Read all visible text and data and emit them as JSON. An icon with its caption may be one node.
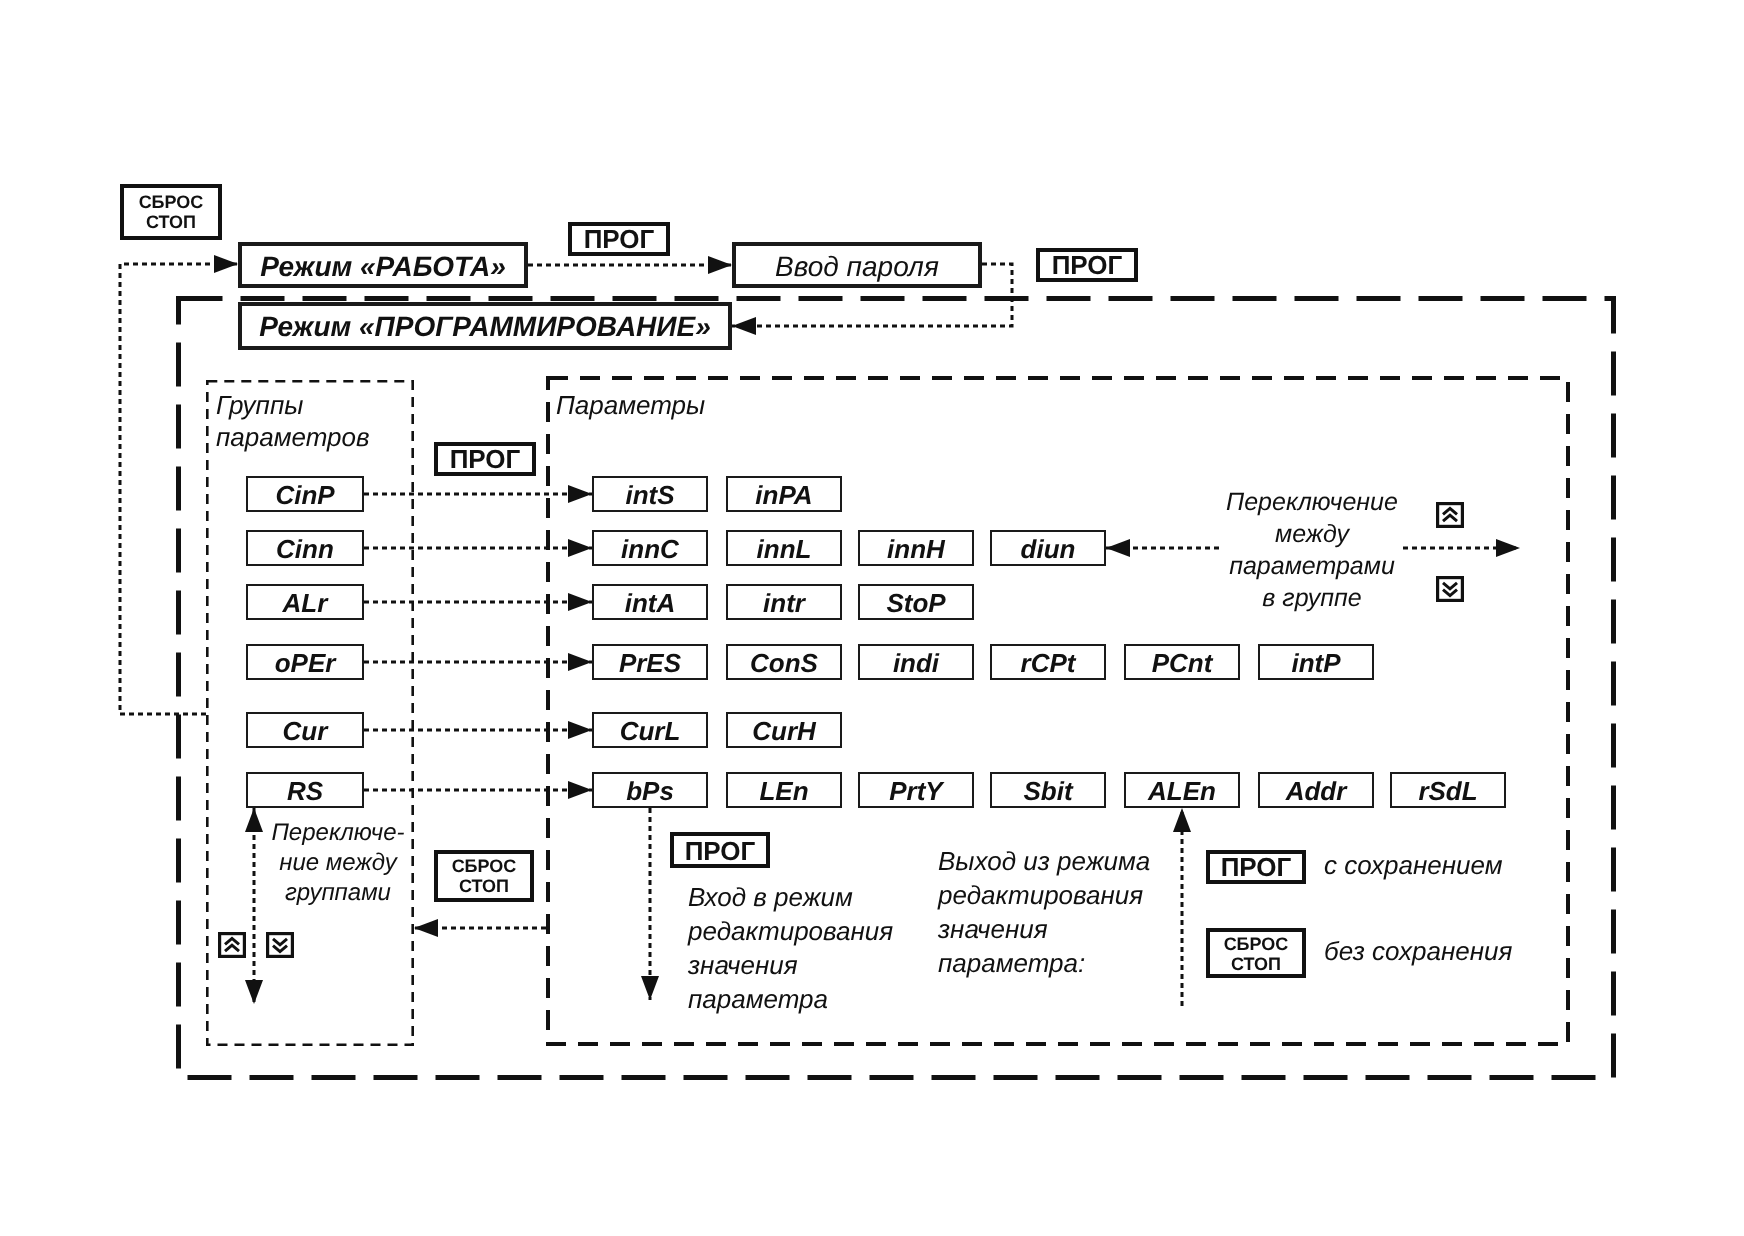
{
  "diagram": {
    "nodes": [
      {
        "text": [
          "Режим «РАБОТА»"
        ]
      },
      {
        "text": [
          "Ввод пароля"
        ]
      },
      {
        "text": [],
        "shape": "box"
      },
      {
        "text": [
          "Режим «ПРОГРАММИРОВАНИЕ»"
        ],
        "in": 2
      },
      {
        "text": [
          "Группы параметров"
        ],
        "in": 2
      },
      {
        "text": [
          "CinP"
        ],
        "in": 4
      },
      {
        "text": [
          "Cinn"
        ],
        "in": 4
      },
      {
        "text": [
          "ALr"
        ],
        "in": 4
      },
      {
        "text": [
          "oPEr"
        ],
        "in": 4
      },
      {
        "text": [
          "Cur"
        ],
        "in": 4
      },
      {
        "text": [
          "RS"
        ],
        "in": 4
      },
      {
        "text": [
          "Параметры"
        ],
        "in": 2
      },
      {
        "text": [
          "intS"
        ],
        "in": 11
      },
      {
        "text": [
          "inPA"
        ],
        "in": 11
      },
      {
        "text": [
          "innC"
        ],
        "in": 11
      },
      {
        "text": [
          "innL"
        ],
        "in": 11
      },
      {
        "text": [
          "innH"
        ],
        "in": 11
      },
      {
        "text": [
          "diun"
        ],
        "in": 11
      },
      {
        "text": [
          "intA"
        ],
        "in": 11
      },
      {
        "text": [
          "intr"
        ],
        "in": 11
      },
      {
        "text": [
          "StoP"
        ],
        "in": 11
      },
      {
        "text": [
          "PrES"
        ],
        "in": 11
      },
      {
        "text": [
          "ConS"
        ],
        "in": 11
      },
      {
        "text": [
          "indi"
        ],
        "in": 11
      },
      {
        "text": [
          "rCPt"
        ],
        "in": 11
      },
      {
        "text": [
          "PCnt"
        ],
        "in": 11
      },
      {
        "text": [
          "intP"
        ],
        "in": 11
      },
      {
        "text": [
          "CurL"
        ],
        "in": 11
      },
      {
        "text": [
          "CurH"
        ],
        "in": 11
      },
      {
        "text": [
          "bPs"
        ],
        "in": 11
      },
      {
        "text": [
          "LEn"
        ],
        "in": 11
      },
      {
        "text": [
          "PrtY"
        ],
        "in": 11
      },
      {
        "text": [
          "Sbit"
        ],
        "in": 11
      },
      {
        "text": [
          "ALEn"
        ],
        "in": 11
      },
      {
        "text": [
          "Addr"
        ],
        "in": 11
      },
      {
        "text": [
          "rSdL"
        ],
        "in": 11
      },
      {
        "text": [
          "ПРОГ"
        ],
        "in": 11,
        "beside": [
          "с сохранением"
        ]
      },
      {
        "text": [
          "СБРОС СТОП"
        ],
        "in": 11,
        "beside": [
          "без сохранения"
        ]
      }
    ],
    "edges": [
      {
        "from": 0,
        "to": 1,
        "arrow": "to",
        "label": "ПРОГ",
        "style": "dashed"
      },
      {
        "from": 1,
        "to": 3,
        "arrow": "to",
        "label": "ПРОГ",
        "style": "dashed"
      },
      {
        "from": 4,
        "to": 0,
        "arrow": "to",
        "label": "СБРОС СТОП",
        "style": "dashed"
      },
      {
        "from": 5,
        "to": 12,
        "arrow": "to",
        "label": "ПРОГ",
        "style": "dashed"
      },
      {
        "from": 6,
        "to": 14,
        "arrow": "to",
        "style": "dashed"
      },
      {
        "from": 7,
        "to": 18,
        "arrow": "to",
        "style": "dashed"
      },
      {
        "from": 8,
        "to": 21,
        "arrow": "to",
        "style": "dashed"
      },
      {
        "from": 9,
        "to": 27,
        "arrow": "to",
        "style": "dashed"
      },
      {
        "from": 10,
        "to": 29,
        "arrow": "to",
        "style": "dashed"
      },
      {
        "from": 11,
        "to": 4,
        "arrow": "to",
        "label": "СБРОС СТОП",
        "style": "dashed"
      },
      {
        "from": 17,
        "to": null,
        "arrow": "both",
        "label": "Переключение между параметрами в группе",
        "style": "dashed"
      },
      {
        "from": 10,
        "to": null,
        "arrow": "both",
        "label": "Переключе-ние между группами",
        "style": "dashed"
      },
      {
        "from": 29,
        "to": null,
        "arrow": "to",
        "label": "ПРОГ",
        "style": "dashed"
      },
      {
        "from": null,
        "to": 33,
        "arrow": "to",
        "style": "dashed"
      }
    ],
    "labels": [
      "Вход в режим редактирования значения параметра",
      "Выход из режима редактирования значения параметра:"
    ]
  }
}
